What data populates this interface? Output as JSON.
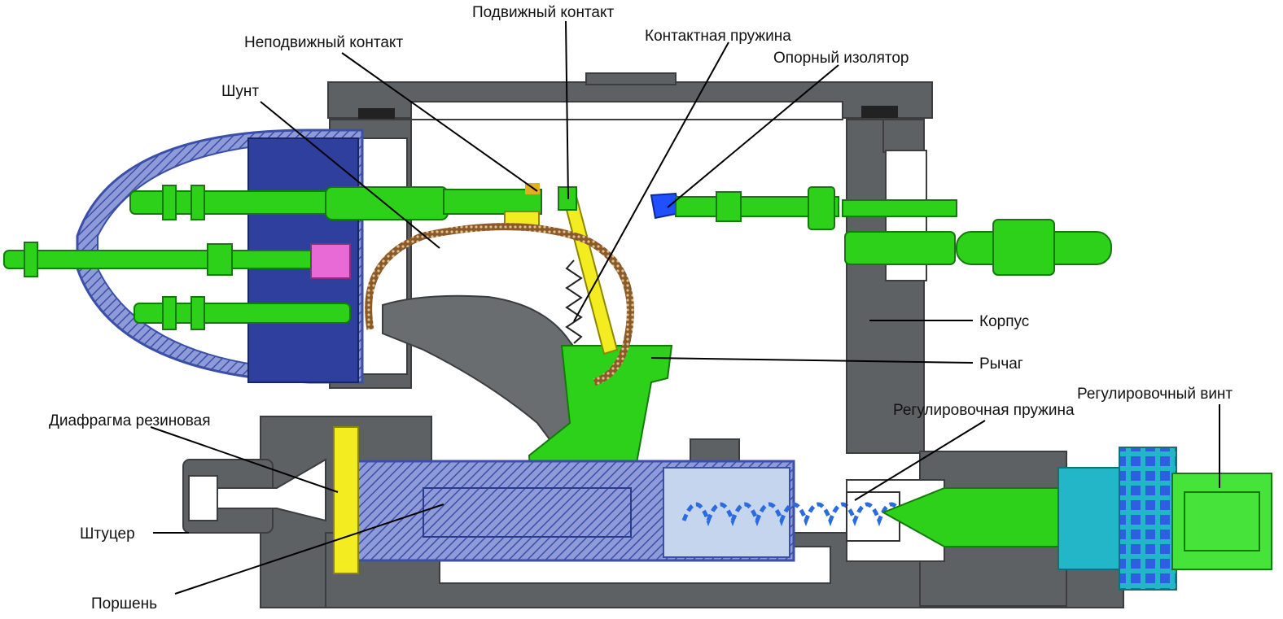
{
  "labels": {
    "moving_contact": "Подвижный контакт",
    "fixed_contact": "Неподвижный контакт",
    "contact_spring": "Контактная пружина",
    "support_insulator": "Опорный изолятор",
    "shunt": "Шунт",
    "housing": "Корпус",
    "lever": "Рычаг",
    "adjusting_screw": "Регулировочный винт",
    "adjusting_spring": "Регулировочная пружина",
    "rubber_diaphragm": "Диафрагма резиновая",
    "fitting": "Штуцер",
    "piston": "Поршень"
  },
  "colors": {
    "housing": "#5e6163",
    "contacts": "#2ed11a",
    "insulator_block": "#2e3f9e",
    "diaphragm": "#f2ec21",
    "piston_hatch": "#3b4fa8",
    "insulator_tip": "#1f4fff",
    "terminal_pink": "#e86ad6",
    "shunt_braid": "#a0703a",
    "screw_nut": "#23b5c8"
  }
}
